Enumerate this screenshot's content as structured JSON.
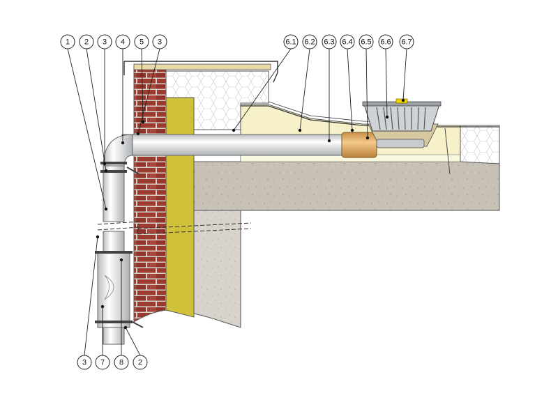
{
  "diagram": {
    "callouts_top": [
      "1",
      "2",
      "3",
      "4",
      "5",
      "3",
      "6.1",
      "6.2",
      "6.3",
      "6.4",
      "6.5",
      "6.6",
      "6.7"
    ],
    "callouts_bottom": [
      "3",
      "7",
      "8",
      "2"
    ]
  },
  "colors": {
    "brick": "#9c3a30",
    "mortar": "#d9d2c8",
    "insulation_mineral_wool": "#cfc23a",
    "concrete": "#d8d4cd",
    "concrete_slab": "#c8c2b6",
    "roof_insulation": "#f6f1c8",
    "eps_hex": "#ffffff",
    "pipe": "#e9eaea",
    "coupling": "#e8b772",
    "drain_grate": "#9aa0a6",
    "yellow_accent": "#f2d400"
  }
}
